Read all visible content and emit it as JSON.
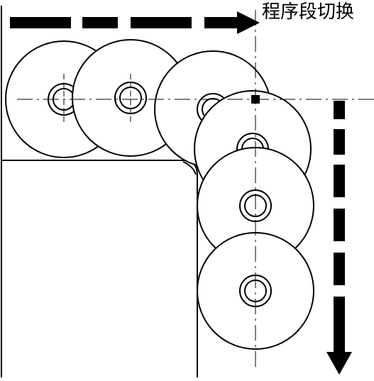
{
  "caption": "程序段切换",
  "colors": {
    "ink": "#000000",
    "paper": "#ffffff"
  },
  "icons": {
    "top_arrow": "arrow-right-icon",
    "side_arrow": "arrow-down-icon",
    "switch_point": "square-marker-icon"
  },
  "discs": {
    "horizontal_count": 3,
    "vertical_count": 3
  }
}
